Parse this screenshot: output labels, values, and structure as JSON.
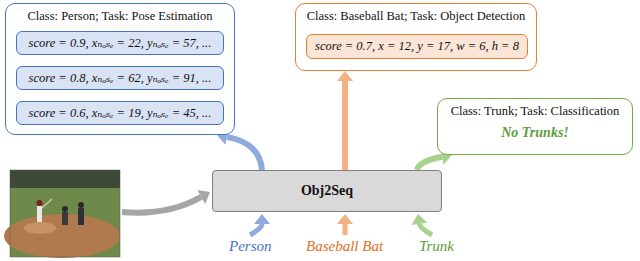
{
  "diagram": {
    "nodes": [
      {
        "text": [
          "Class: Person; Task: Pose Estimation"
        ]
      },
      {
        "text": [
          "score = 0.9, xₙₒₛₑ = 22, yₙₒₛₑ = 57, ..."
        ],
        "in": 0
      },
      {
        "text": [
          "score = 0.8, xₙₒₛₑ = 62, yₙₒₛₑ = 91, ..."
        ],
        "in": 0
      },
      {
        "text": [
          "score = 0.6, xₙₒₛₑ = 19, yₙₒₛₑ = 45, ..."
        ],
        "in": 0
      },
      {
        "text": [
          "Class: Baseball Bat; Task: Object Detection"
        ]
      },
      {
        "text": [
          "score = 0.7, x = 12, y = 17, w = 6, h = 8"
        ],
        "in": 4
      },
      {
        "text": [
          "Class: Trunk; Task: Classification",
          "No Trunks!"
        ]
      },
      {
        "text": [
          "Obj2Seq"
        ]
      }
    ],
    "edges": [
      {
        "from": 7,
        "to": 0,
        "arrow": "to"
      },
      {
        "from": 7,
        "to": 4,
        "arrow": "to"
      },
      {
        "from": 7,
        "to": 6,
        "arrow": "to"
      }
    ],
    "labels": [
      "Person",
      "Baseball Bat",
      "Trunk"
    ]
  }
}
